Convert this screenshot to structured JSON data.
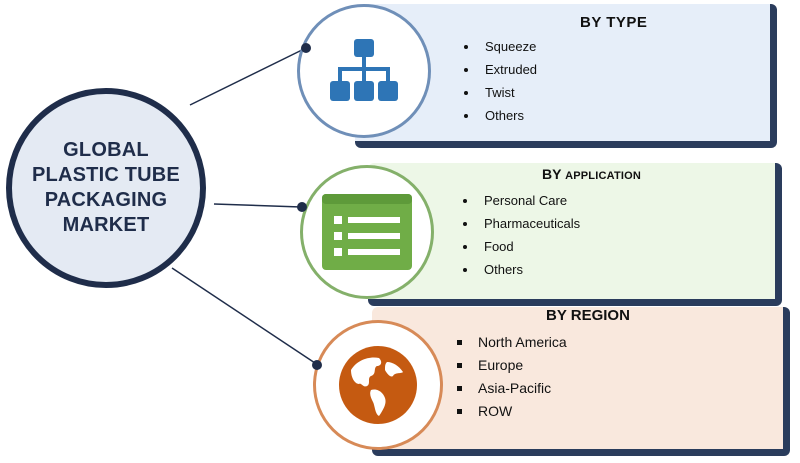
{
  "hub": {
    "title": "GLOBAL PLASTIC TUBE PACKAGING MARKET"
  },
  "panels": {
    "type": {
      "title": "BY  TYPE",
      "icon": "hierarchy-icon",
      "items": [
        "Squeeze",
        "Extruded",
        "Twist",
        "Others"
      ],
      "accent": "#2e75b6"
    },
    "application": {
      "title_main": "BY ",
      "title_small": "APPLICATION",
      "icon": "list-icon",
      "items": [
        "Personal Care",
        "Pharmaceuticals",
        "Food",
        "Others"
      ],
      "accent": "#70ad47"
    },
    "region": {
      "title": "BY REGION",
      "icon": "globe-icon",
      "items": [
        "North America",
        "Europe",
        "Asia-Pacific",
        "ROW"
      ],
      "accent": "#c55a11"
    }
  },
  "colors": {
    "hub_border": "#1f2d4a",
    "hub_fill": "#e4eaf3",
    "panel_shadow": "#2a3c5c"
  }
}
